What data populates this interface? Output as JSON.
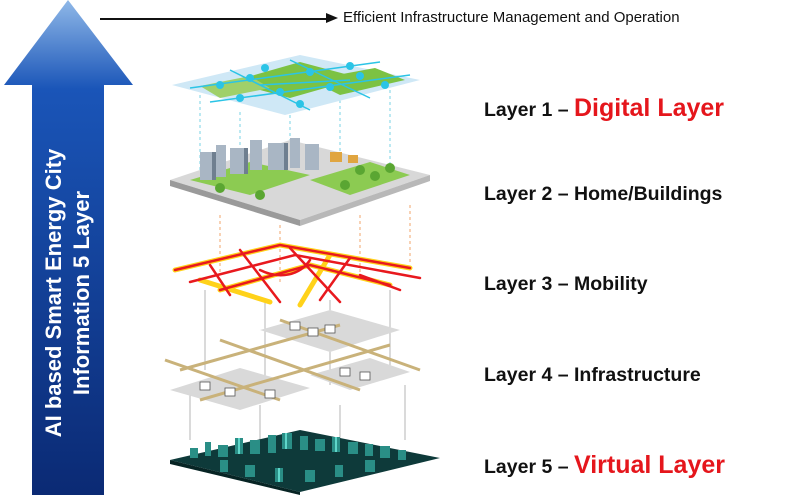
{
  "top_caption": "Efficient Infrastructure Management and Operation",
  "vertical_title": {
    "line1": "AI based Smart Energy City",
    "line2": "Information 5 Layer"
  },
  "layers": [
    {
      "prefix": "Layer 1 – ",
      "name": "Digital Layer",
      "highlighted": true
    },
    {
      "prefix": "Layer 2 – ",
      "name": "Home/Buildings",
      "highlighted": false
    },
    {
      "prefix": "Layer 3 – ",
      "name": "Mobility",
      "highlighted": false
    },
    {
      "prefix": "Layer 4 – ",
      "name": "Infrastructure",
      "highlighted": false
    },
    {
      "prefix": "Layer 5 – ",
      "name": "Virtual Layer",
      "highlighted": true
    }
  ],
  "colors": {
    "accent": "#e5161c",
    "arrow_top": "#1a55b8",
    "arrow_bottom": "#0b2a74",
    "network_node": "#2bc4e6",
    "green_area": "#7cc243",
    "road_red": "#e8191e",
    "road_yellow": "#ffd21a",
    "infrastructure_pipe": "#c9b27a",
    "virtual_city": "#1f6f6a"
  },
  "icons": [
    "up-arrow",
    "right-arrow",
    "network-map",
    "city-buildings",
    "road-network",
    "utility-infrastructure",
    "virtual-city"
  ]
}
